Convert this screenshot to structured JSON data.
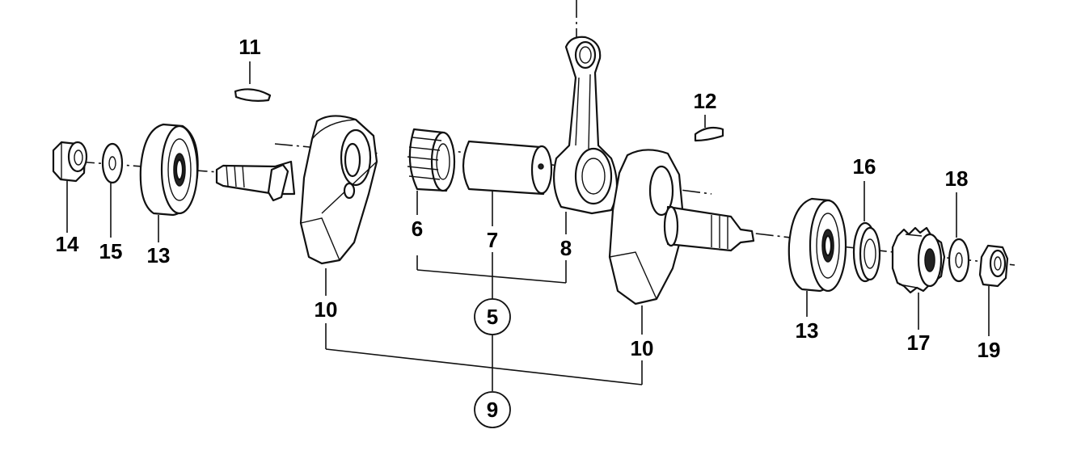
{
  "callouts": {
    "nut_left": "14",
    "washer_left": "15",
    "bearing_left": "13",
    "key_left": "11",
    "flywheel_left": "10",
    "needle_bearing": "6",
    "crank_pin": "7",
    "con_rod": "8",
    "assembly_rod": "5",
    "assembly_crank": "9",
    "key_right": "12",
    "flywheel_right": "10",
    "bearing_right": "13",
    "seal": "16",
    "gear": "17",
    "washer_right": "18",
    "nut_right": "19"
  }
}
